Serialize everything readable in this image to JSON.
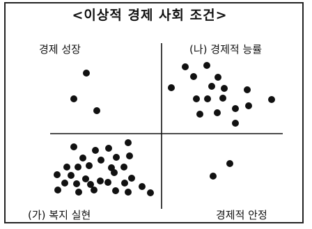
{
  "title": "<이상적 경제 사회 조건>",
  "quadrants": {
    "top_left": "경제 성장",
    "top_right": "(나) 경제적 능률",
    "bottom_left": "(가) 복지 실현",
    "bottom_right": "경제적 안정"
  }
}
